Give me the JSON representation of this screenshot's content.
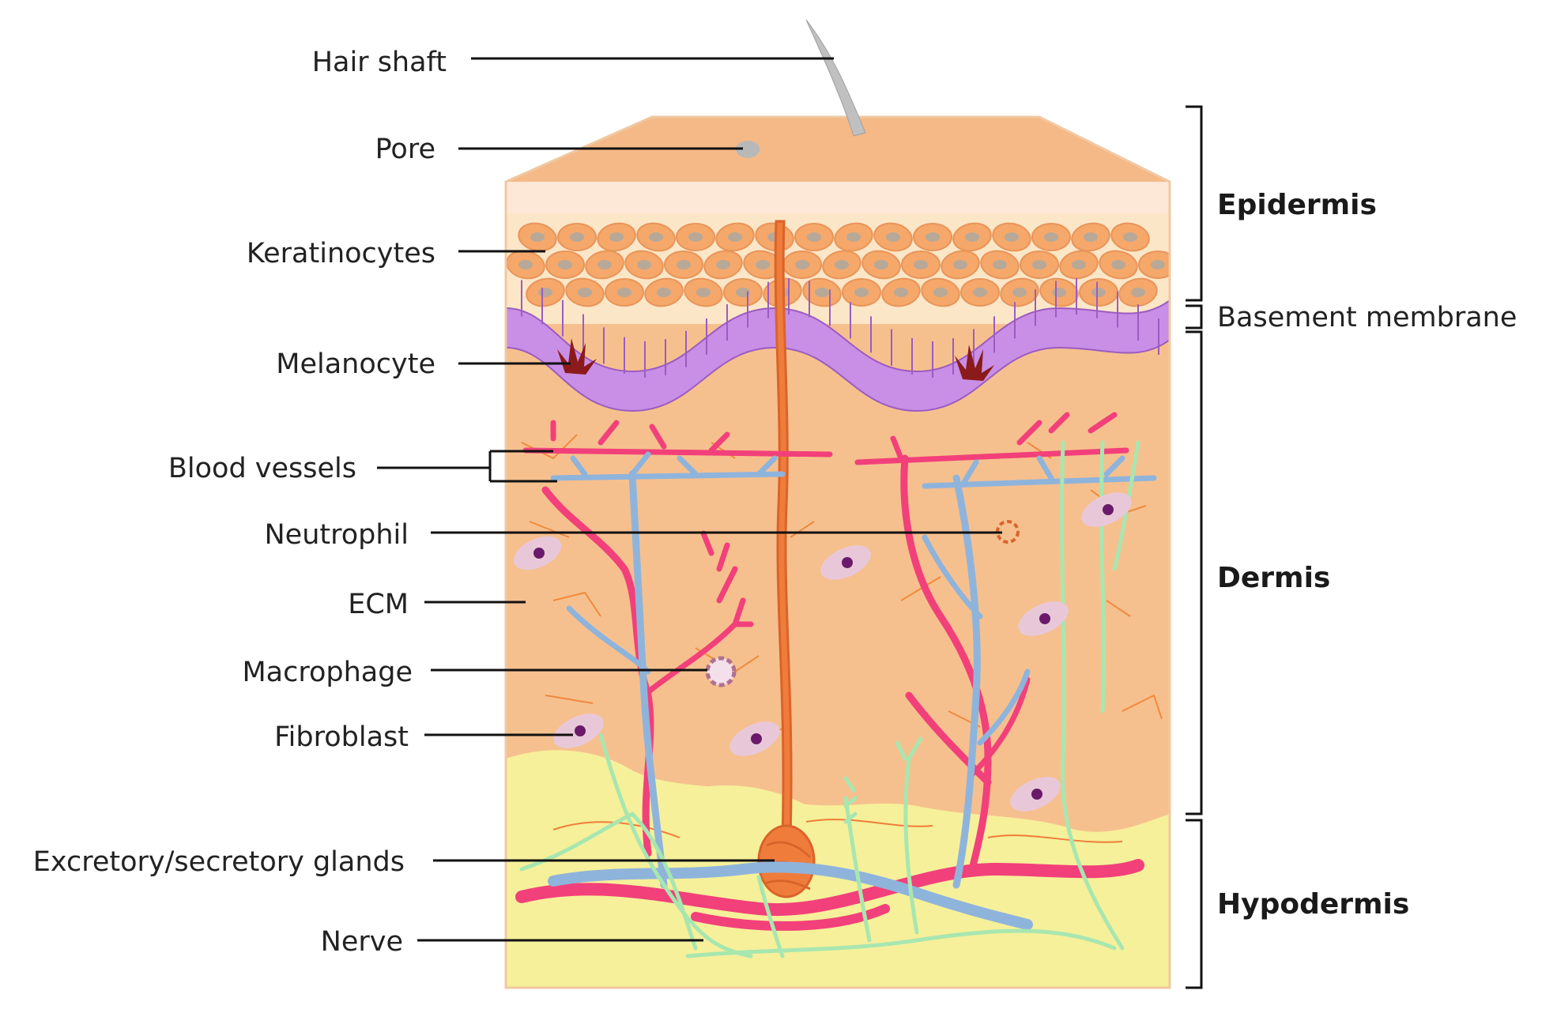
{
  "labels": {
    "hair_shaft": "Hair shaft",
    "pore": "Pore",
    "keratinocytes": "Keratinocytes",
    "melanocyte": "Melanocyte",
    "blood_vessels": "Blood vessels",
    "neutrophil": "Neutrophil",
    "ecm": "ECM",
    "macrophage": "Macrophage",
    "fibroblast": "Fibroblast",
    "glands": "Excretory/secretory glands",
    "nerve": "Nerve"
  },
  "layers": {
    "epidermis": "Epidermis",
    "basement_membrane": "Basement membrane",
    "dermis": "Dermis",
    "hypodermis": "Hypodermis"
  },
  "colors": {
    "skin": "#f6c08e",
    "skin_top": "#f5b987",
    "stratum_corneum": "#fde7d7",
    "epidermis_band": "#fce6c8",
    "keratinocyte": "#f5a86a",
    "keratinocyte_nucleus": "#b8a898",
    "basement_membrane": "#c98ee6",
    "melanocyte": "#8b1a1a",
    "artery": "#f2407a",
    "vein": "#8fb4dc",
    "hypodermis_fat": "#f6f09a",
    "nerve": "#a8e6b0",
    "hair": "#c0c0c0",
    "hair_follicle": "#f07c3c",
    "fibroblast": "#e8c8d8",
    "fibroblast_nucleus": "#6a1a6a",
    "leader_line": "#111111"
  }
}
